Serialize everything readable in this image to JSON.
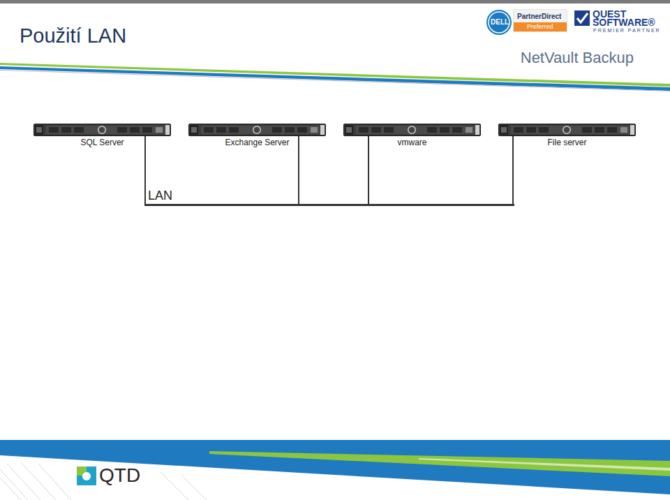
{
  "diagram": {
    "title": "Použití LAN",
    "nodes": [
      {
        "text": [
          "SQL Server"
        ]
      },
      {
        "text": [
          "Exchange Server"
        ]
      },
      {
        "text": [
          "vmware"
        ]
      },
      {
        "text": [
          "File server"
        ]
      },
      {
        "text": [
          "LAN"
        ]
      }
    ],
    "edges": [
      {
        "from": 0,
        "to": 4,
        "arrow": "none"
      },
      {
        "from": 1,
        "to": 4,
        "arrow": "none"
      },
      {
        "from": 2,
        "to": 4,
        "arrow": "none"
      },
      {
        "from": 3,
        "to": 4,
        "arrow": "none"
      }
    ],
    "labels": [
      "NetVault Backup",
      "DELL",
      "PartnerDirect",
      "Preferred",
      "QUEST",
      "SOFTWARE®",
      "PREMIER PARTNER",
      "QTD"
    ]
  }
}
